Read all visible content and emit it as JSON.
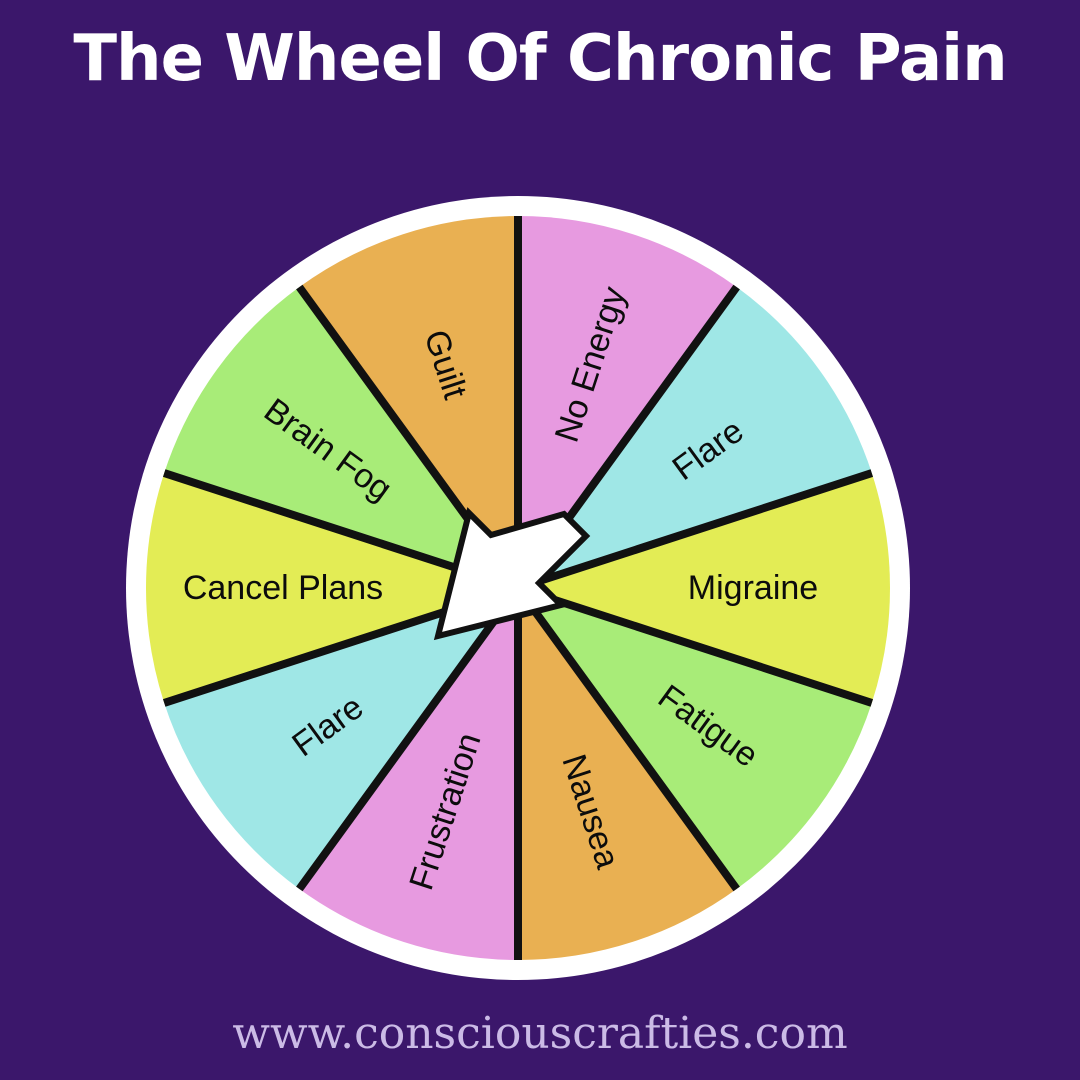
{
  "title": "The Wheel Of Chronic Pain",
  "footer": "www.consciouscrafties.com",
  "wheel": {
    "segments": [
      {
        "label": "No Energy",
        "color": "#e79ae0"
      },
      {
        "label": "Flare",
        "color": "#9fe7e6"
      },
      {
        "label": "Migraine",
        "color": "#e3ec55"
      },
      {
        "label": "Fatigue",
        "color": "#a8ec78"
      },
      {
        "label": "Nausea",
        "color": "#e9b052"
      },
      {
        "label": "Frustration",
        "color": "#e79ae0"
      },
      {
        "label": "Flare",
        "color": "#9fe7e6"
      },
      {
        "label": "Cancel Plans",
        "color": "#e3ec55"
      },
      {
        "label": "Brain Fog",
        "color": "#a8ec78"
      },
      {
        "label": "Guilt",
        "color": "#e9b052"
      }
    ],
    "pointer_icon": "arrow-pointer-icon",
    "rim_color": "#ffffff",
    "divider_color": "#111111"
  },
  "colors": {
    "background": "#3b176b",
    "title": "#ffffff",
    "footer": "#cbbbe6"
  }
}
